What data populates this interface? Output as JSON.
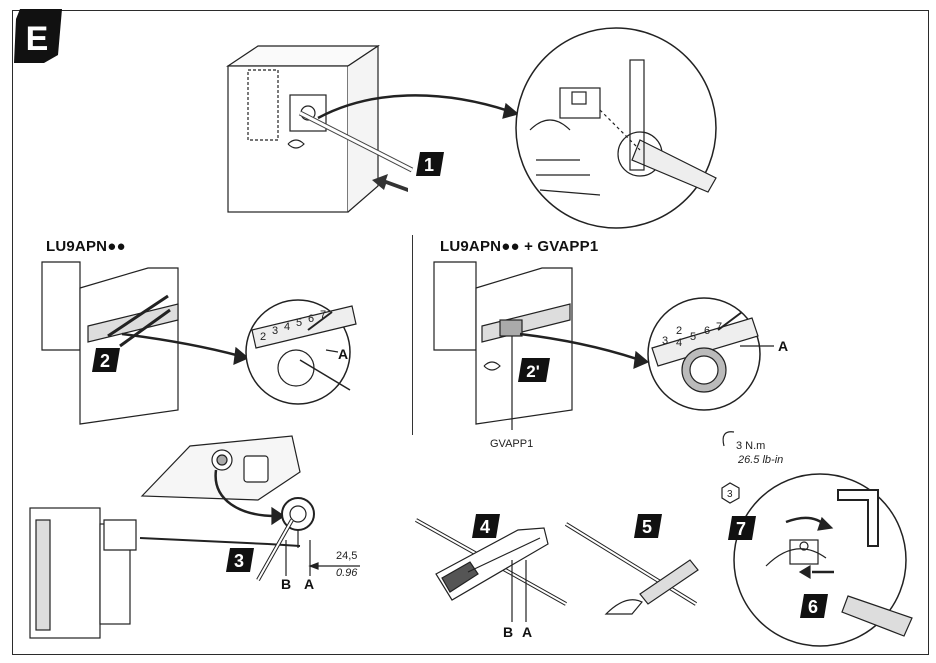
{
  "section_letter": "E",
  "left_title": "LU9APN●●",
  "right_title": "LU9APN●● + GVAPP1",
  "step_numbers": [
    "1",
    "2",
    "2'",
    "3",
    "4",
    "5",
    "6",
    "7"
  ],
  "label_a": "A",
  "label_b": "B",
  "part_label": "GVAPP1",
  "dimension_mm": "24,5",
  "dimension_in": "0.96",
  "torque_nm": "3 N.m",
  "torque_lbin": "26.5 lb-in",
  "hex_size": "3",
  "ruler_ticks_left": [
    "2",
    "3",
    "4",
    "5",
    "6",
    "7"
  ],
  "ruler_ticks_right": [
    "2",
    "3",
    "4",
    "5",
    "6",
    "7"
  ]
}
